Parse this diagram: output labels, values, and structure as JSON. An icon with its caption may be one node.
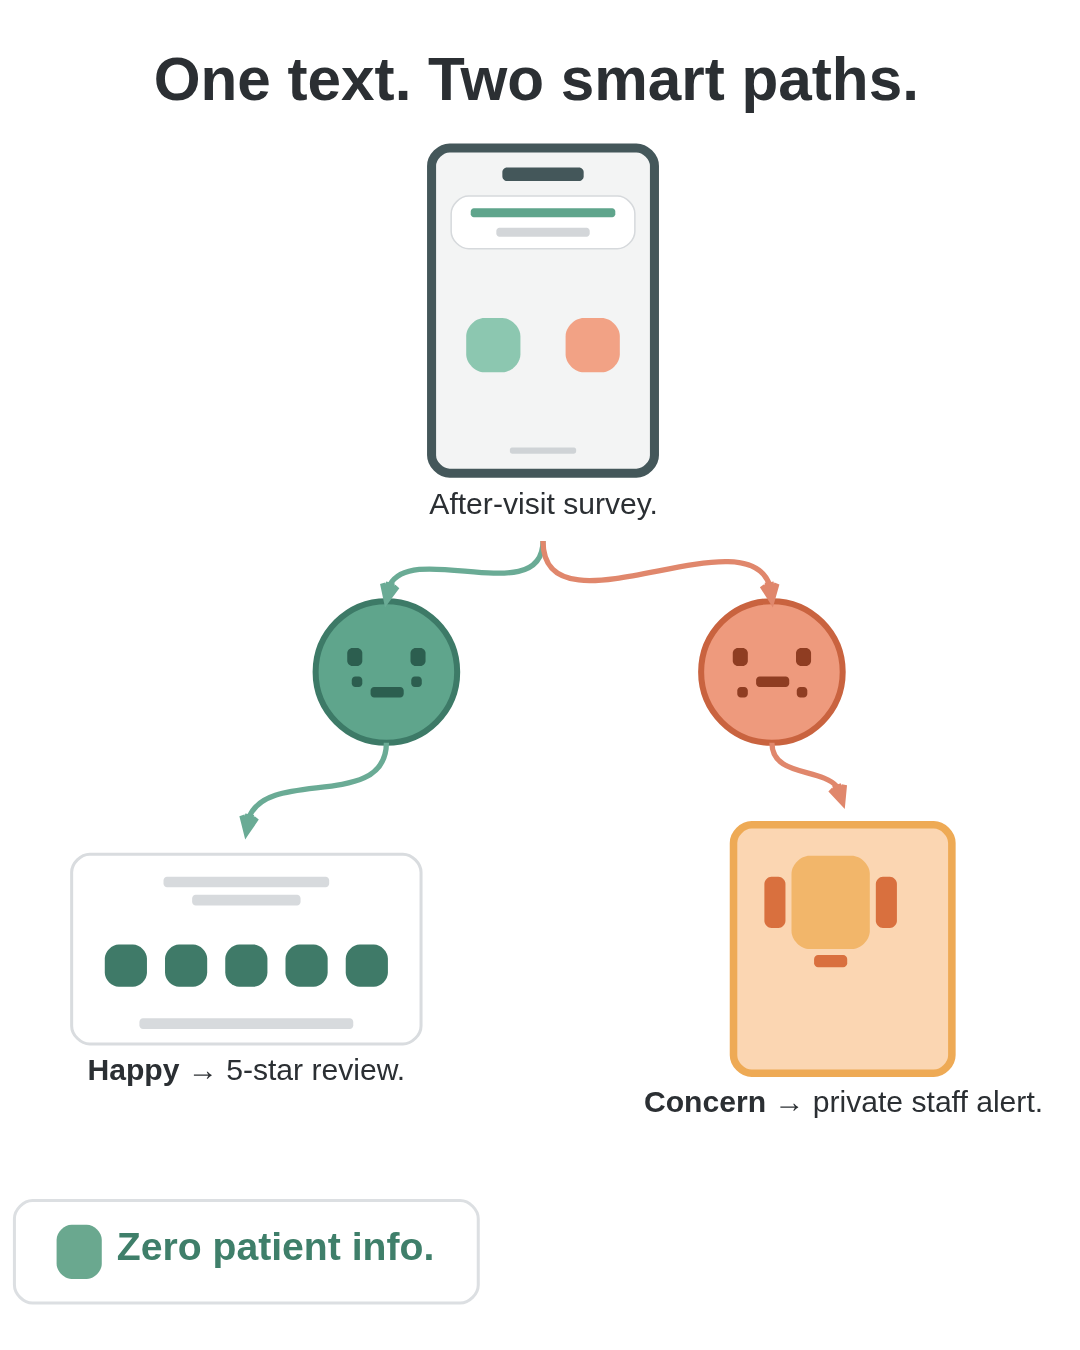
{
  "diagram": {
    "title": "One text. Two smart paths.",
    "nodes": [
      {
        "text": [],
        "shape": "picture",
        "beside": [
          "After-visit survey."
        ]
      },
      {
        "text": [],
        "shape": "circle"
      },
      {
        "text": [],
        "shape": "circle"
      },
      {
        "text": [],
        "shape": "picture",
        "beside": [
          "**Happy** → 5-star review."
        ]
      },
      {
        "text": [],
        "shape": "picture",
        "beside": [
          "**Concern** → private staff alert."
        ]
      },
      {
        "text": [
          "Zero patient info."
        ]
      }
    ],
    "edges": [
      {
        "from": 0,
        "to": 1,
        "arrow": "to",
        "color": "#6aab95"
      },
      {
        "from": 0,
        "to": 2,
        "arrow": "to",
        "color": "#e0876c"
      },
      {
        "from": 1,
        "to": 3,
        "arrow": "to",
        "color": "#6aab95"
      },
      {
        "from": 2,
        "to": 4,
        "arrow": "to",
        "color": "#e0876c"
      }
    ]
  }
}
